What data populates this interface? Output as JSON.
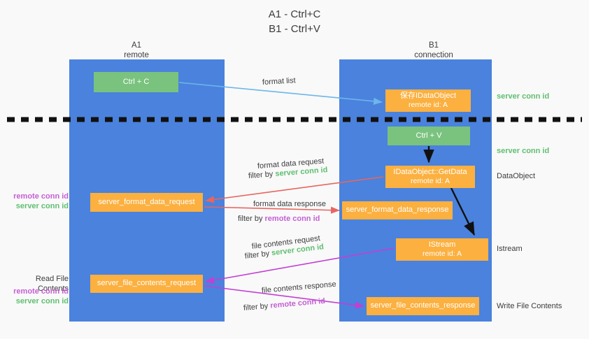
{
  "title": {
    "line1": "A1 - Ctrl+C",
    "line2": "B1 - Ctrl+V"
  },
  "columns": {
    "a1": {
      "name": "A1",
      "role": "remote"
    },
    "b1": {
      "name": "B1",
      "role": "connection"
    }
  },
  "boxes": {
    "ctrl_c": "Ctrl + C",
    "save_idataobject": {
      "line1": "保存IDataObject",
      "line2": "remote id: A"
    },
    "ctrl_v": "Ctrl + V",
    "getdata": {
      "line1": "IDataObject::GetData",
      "line2": "remote id: A"
    },
    "server_format_data_request": "server_format_data_request",
    "server_format_data_response": "server_format_data_response",
    "istream": {
      "line1": "IStream",
      "line2": "remote id: A"
    },
    "server_file_contents_request": "server_file_contents_request",
    "server_file_contents_response": "server_file_contents_response"
  },
  "annotations": {
    "format_list": "format list",
    "format_data_request": "format data request",
    "filter_by": "filter by ",
    "server_conn_id": "server conn id",
    "remote_conn_id": "remote conn id",
    "format_data_response": "format data response",
    "file_contents_request": "file contents request",
    "file_contents_response": "file contents response",
    "server_conn_id_right_1": "server conn id",
    "server_conn_id_right_2": "server conn id",
    "dataobject": "DataObject",
    "istream_label": "Istream",
    "write_file_contents": "Write File Contents",
    "read_file_contents": "Read File Contents"
  },
  "colors": {
    "lane": "#4a82dd",
    "green_box": "#7ac37f",
    "orange_box": "#fbb040",
    "green_text": "#5fbf70",
    "purple_text": "#c55fd4",
    "red_arrow": "#e8655f",
    "magenta_arrow": "#c33fd4",
    "light_blue_arrow": "#6cb6ea",
    "background": "#f9f9f9"
  }
}
